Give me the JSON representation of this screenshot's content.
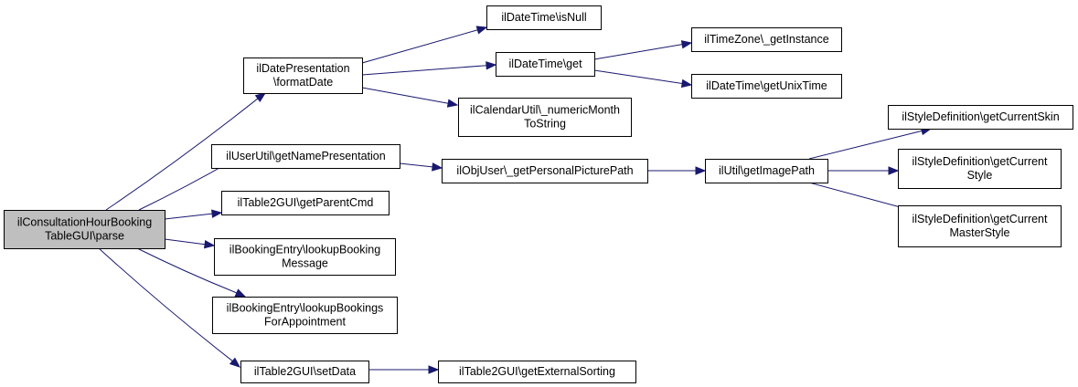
{
  "diagram": {
    "colors": {
      "edge": "#191970",
      "root_fill": "#bfbfbf",
      "node_fill": "#ffffff",
      "border": "#000000"
    },
    "nodes": [
      {
        "id": "root",
        "lines": [
          "ilConsultationHourBooking",
          "TableGUI\\parse"
        ],
        "root": true
      },
      {
        "id": "formatDate",
        "lines": [
          "ilDatePresentation",
          "\\formatDate"
        ]
      },
      {
        "id": "getNamePresentation",
        "lines": [
          "ilUserUtil\\getNamePresentation"
        ]
      },
      {
        "id": "getParentCmd",
        "lines": [
          "ilTable2GUI\\getParentCmd"
        ]
      },
      {
        "id": "lookupBookingMessage",
        "lines": [
          "ilBookingEntry\\lookupBooking",
          "Message"
        ]
      },
      {
        "id": "lookupBookingsForAppointment",
        "lines": [
          "ilBookingEntry\\lookupBookings",
          "ForAppointment"
        ]
      },
      {
        "id": "setData",
        "lines": [
          "ilTable2GUI\\setData"
        ]
      },
      {
        "id": "isNull",
        "lines": [
          "ilDateTime\\isNull"
        ]
      },
      {
        "id": "dtGet",
        "lines": [
          "ilDateTime\\get"
        ]
      },
      {
        "id": "numericMonth",
        "lines": [
          "ilCalendarUtil\\_numericMonth",
          "ToString"
        ]
      },
      {
        "id": "getInstance",
        "lines": [
          "ilTimeZone\\_getInstance"
        ]
      },
      {
        "id": "getUnixTime",
        "lines": [
          "ilDateTime\\getUnixTime"
        ]
      },
      {
        "id": "personalPicture",
        "lines": [
          "ilObjUser\\_getPersonalPicturePath"
        ]
      },
      {
        "id": "getImagePath",
        "lines": [
          "ilUtil\\getImagePath"
        ]
      },
      {
        "id": "currentSkin",
        "lines": [
          "ilStyleDefinition\\getCurrentSkin"
        ]
      },
      {
        "id": "currentStyle",
        "lines": [
          "ilStyleDefinition\\getCurrent",
          "Style"
        ]
      },
      {
        "id": "currentMasterStyle",
        "lines": [
          "ilStyleDefinition\\getCurrent",
          "MasterStyle"
        ]
      },
      {
        "id": "externalSorting",
        "lines": [
          "ilTable2GUI\\getExternalSorting"
        ]
      }
    ],
    "edges": [
      [
        "root",
        "formatDate"
      ],
      [
        "root",
        "getNamePresentation"
      ],
      [
        "root",
        "getParentCmd"
      ],
      [
        "root",
        "lookupBookingMessage"
      ],
      [
        "root",
        "lookupBookingsForAppointment"
      ],
      [
        "root",
        "setData"
      ],
      [
        "formatDate",
        "isNull"
      ],
      [
        "formatDate",
        "dtGet"
      ],
      [
        "formatDate",
        "numericMonth"
      ],
      [
        "dtGet",
        "getInstance"
      ],
      [
        "dtGet",
        "getUnixTime"
      ],
      [
        "getNamePresentation",
        "personalPicture"
      ],
      [
        "personalPicture",
        "getImagePath"
      ],
      [
        "getImagePath",
        "currentSkin"
      ],
      [
        "getImagePath",
        "currentStyle"
      ],
      [
        "getImagePath",
        "currentMasterStyle"
      ],
      [
        "setData",
        "externalSorting"
      ]
    ]
  }
}
